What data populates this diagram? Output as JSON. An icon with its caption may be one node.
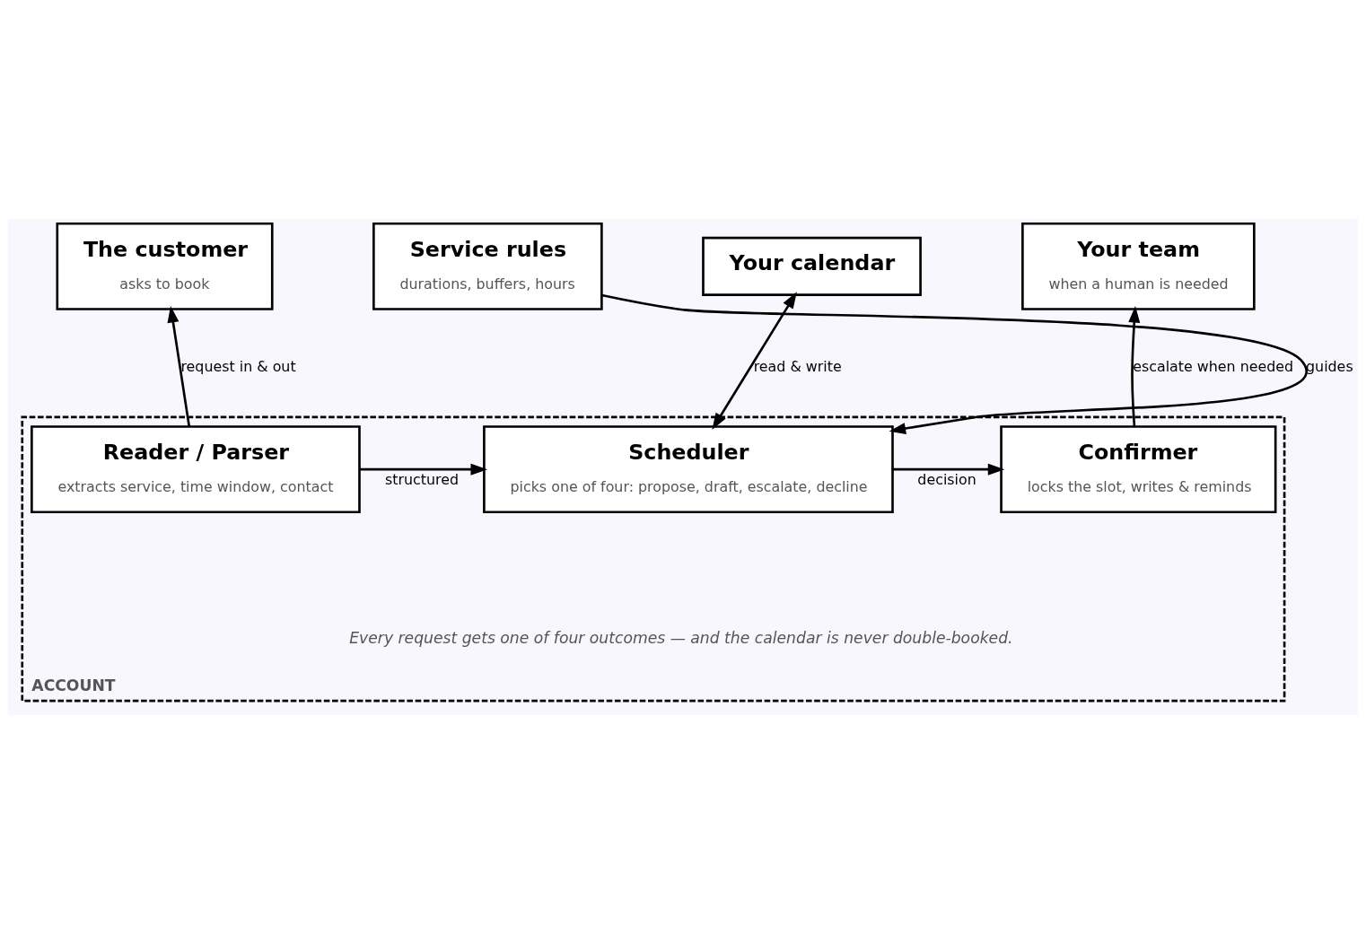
{
  "diagram": {
    "nodes": [
      {
        "text": [
          "The customer",
          "asks to book"
        ]
      },
      {
        "text": [
          "Service rules",
          "durations, buffers, hours"
        ]
      },
      {
        "text": [
          "Your calendar"
        ]
      },
      {
        "text": [
          "Your team",
          "when a human is needed"
        ]
      },
      {
        "text": [
          "ACCOUNT"
        ]
      },
      {
        "text": [
          "Reader / Parser",
          "extracts service, time window, contact"
        ],
        "in": 4
      },
      {
        "text": [
          "Scheduler",
          "picks one of four: propose, draft, escalate, decline"
        ],
        "in": 4
      },
      {
        "text": [
          "Confirmer",
          "locks the slot, writes & reminds"
        ],
        "in": 4
      }
    ],
    "edges": [
      {
        "from": 5,
        "to": 0,
        "arrow": "to",
        "label": "request in & out"
      },
      {
        "from": 1,
        "to": 6,
        "arrow": "to",
        "label": "guides"
      },
      {
        "from": 6,
        "to": 2,
        "arrow": "both",
        "label": "read & write"
      },
      {
        "from": 7,
        "to": 3,
        "arrow": "to",
        "label": "escalate when needed"
      },
      {
        "from": 5,
        "to": 6,
        "arrow": "to",
        "label": "structured"
      },
      {
        "from": 6,
        "to": 7,
        "arrow": "to",
        "label": "decision"
      }
    ],
    "labels": [
      "Every request gets one of four outcomes — and the calendar is never double-booked."
    ]
  }
}
